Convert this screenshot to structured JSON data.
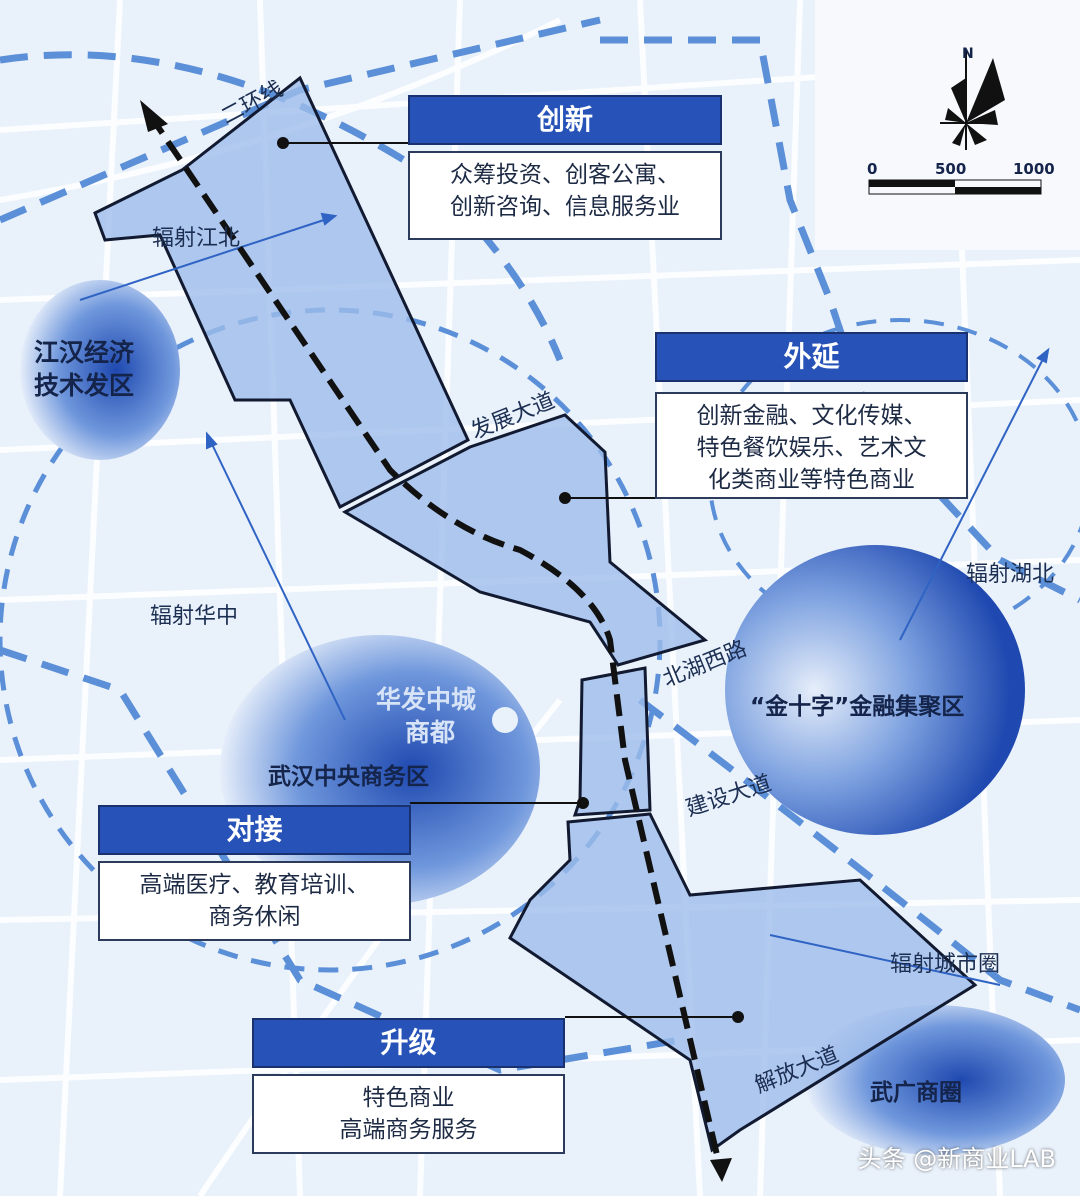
{
  "map": {
    "roads": {
      "ring2": "二环线",
      "fazhan": "发展大道",
      "beihu": "北湖西路",
      "jianshe": "建设大道",
      "jiefang": "解放大道"
    },
    "radiation": {
      "jiangbei": "辐射江北",
      "huazhong": "辐射华中",
      "hubei": "辐射湖北",
      "city_circle": "辐射城市圈"
    },
    "districts": {
      "jianghan_line1": "江汉经济",
      "jianghan_line2": "技术发区",
      "huafa_line1": "华发中城",
      "huafa_line2": "商都",
      "cbd": "武汉中央商务区",
      "jinshizi": "“金十字”金融集聚区",
      "wuguang": "武广商圈"
    },
    "colors": {
      "zone_fill": "#9fbdeb",
      "accent": "#2752b8",
      "dash": "#5b8fd8"
    }
  },
  "callouts": [
    {
      "title": "创新",
      "lines": [
        "众筹投资、创客公寓、",
        "创新咨询、信息服务业"
      ]
    },
    {
      "title": "外延",
      "lines": [
        "创新金融、文化传媒、",
        "特色餐饮娱乐、艺术文",
        "化类商业等特色商业"
      ]
    },
    {
      "title": "对接",
      "lines": [
        "高端医疗、教育培训、",
        "商务休闲"
      ]
    },
    {
      "title": "升级",
      "lines": [
        "特色商业",
        "高端商务服务"
      ]
    }
  ],
  "legend": {
    "north": "N",
    "scale": [
      "0",
      "500",
      "1000"
    ]
  },
  "watermark": "头条 @新商业LAB"
}
